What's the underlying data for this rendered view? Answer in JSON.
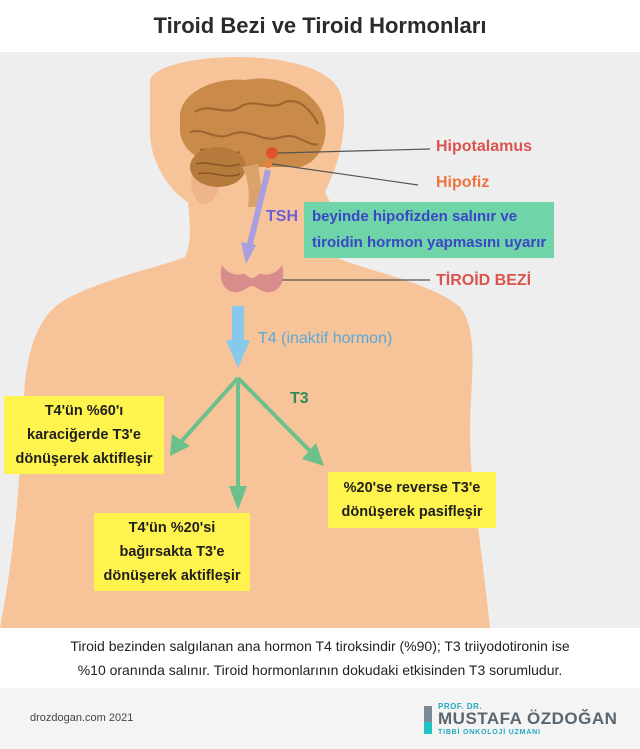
{
  "title": "Tiroid Bezi ve Tiroid Hormonları",
  "labels": {
    "hipotalamus": "Hipotalamus",
    "hipofiz": "Hipofiz",
    "tsh": "TSH",
    "tsh_desc_line1": "beyinde hipofizden salınır ve",
    "tsh_desc_line2": "tiroidin hormon yapmasını uyarır",
    "tiroid_bezi": "TİROİD BEZİ",
    "t4": "T4 (inaktif hormon)",
    "t3": "T3"
  },
  "boxes": {
    "liver": [
      "T4'ün %60'ı",
      "karaciğerde T3'e",
      "dönüşerek aktifleşir"
    ],
    "intestine": [
      "T4'ün %20'si",
      "bağırsakta T3'e",
      "dönüşerek aktifleşir"
    ],
    "reverse": [
      "%20'se reverse T3'e",
      "dönüşerek pasifleşir"
    ]
  },
  "footnote_line1": "Tiroid bezinden salgılanan ana hormon T4 tiroksindir (%90); T3 triiyodotironin ise",
  "footnote_line2": "%10 oranında salınır. Tiroid hormonlarının dokudaki etkisinden T3 sorumludur.",
  "footer": {
    "site": "drozdogan.com 2021",
    "brand_top": "PROF. DR.",
    "brand_name": "MUSTAFA ÖZDOĞAN",
    "brand_sub": "TIBBİ ONKOLOJİ UZMANI"
  },
  "colors": {
    "skin": "#f7c49a",
    "brain": "#c98a4a",
    "thyroid": "#d98c8c",
    "arrow_green": "#6cc08b",
    "arrow_blue": "#87c9ea",
    "arrow_purple": "#a99ee0"
  }
}
